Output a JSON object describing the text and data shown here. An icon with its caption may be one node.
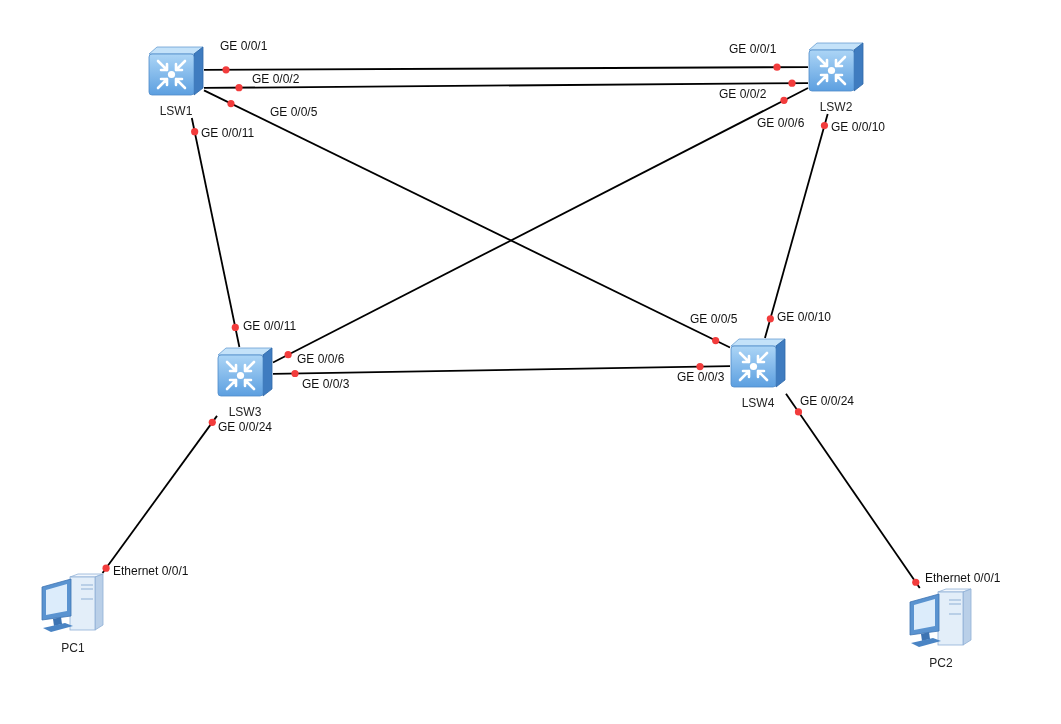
{
  "diagram": {
    "nodes": [
      {
        "text": [
          "LSW1"
        ]
      },
      {
        "text": [
          "LSW2"
        ]
      },
      {
        "text": [
          "LSW3"
        ]
      },
      {
        "text": [
          "LSW4"
        ]
      },
      {
        "text": [
          "PC1"
        ]
      },
      {
        "text": [
          "PC2"
        ]
      }
    ],
    "edges": [
      {
        "from": 0,
        "to": 1,
        "arrow": "none"
      },
      {
        "from": 0,
        "to": 1,
        "arrow": "none"
      },
      {
        "from": 0,
        "to": 3,
        "arrow": "none"
      },
      {
        "from": 1,
        "to": 2,
        "arrow": "none"
      },
      {
        "from": 0,
        "to": 2,
        "arrow": "none"
      },
      {
        "from": 1,
        "to": 3,
        "arrow": "none"
      },
      {
        "from": 2,
        "to": 3,
        "arrow": "none"
      },
      {
        "from": 2,
        "to": 4,
        "arrow": "none"
      },
      {
        "from": 3,
        "to": 5,
        "arrow": "none"
      }
    ],
    "labels": [
      "GE 0/0/1",
      "GE 0/0/1",
      "GE 0/0/2",
      "GE 0/0/2",
      "GE 0/0/5",
      "GE 0/0/6",
      "GE 0/0/10",
      "GE 0/0/11",
      "GE 0/0/10",
      "GE 0/0/5",
      "GE 0/0/11",
      "GE 0/0/6",
      "GE 0/0/3",
      "GE 0/0/3",
      "GE 0/0/24",
      "GE 0/0/24",
      "Ethernet 0/0/1",
      "Ethernet 0/0/1"
    ]
  }
}
